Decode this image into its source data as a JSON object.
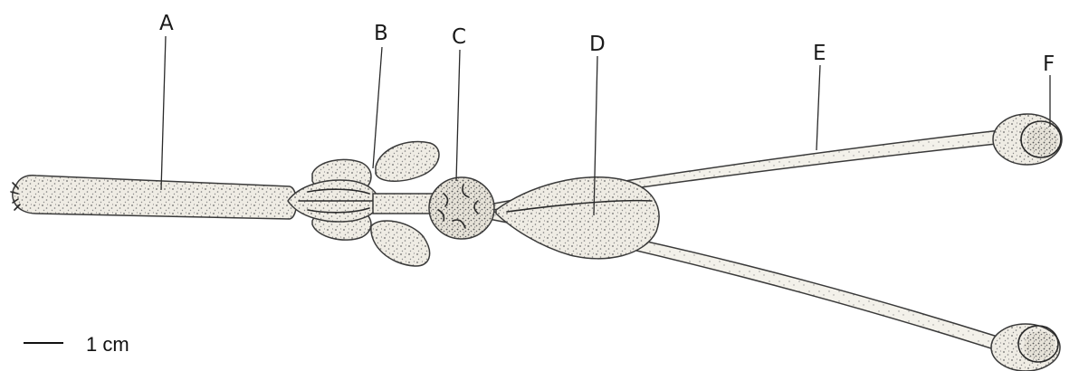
{
  "figure": {
    "labels": {
      "A": "A",
      "B": "B",
      "C": "C",
      "D": "D",
      "E": "E",
      "F": "F"
    },
    "scale_bar": {
      "text": "1 cm"
    }
  }
}
